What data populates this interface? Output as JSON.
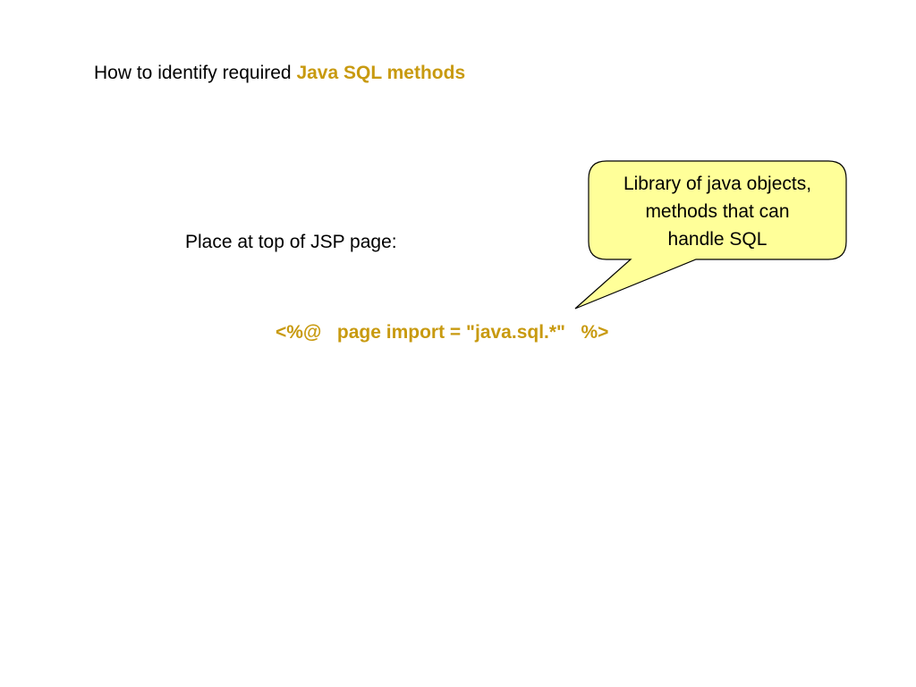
{
  "slide": {
    "title_prefix": "How to identify required ",
    "title_highlight": "Java SQL methods",
    "instruction": "Place at top of JSP page:",
    "code": "<%@   page import = \"java.sql.*\"   %>",
    "callout": {
      "line1": "Library of java objects,",
      "line2": "methods that can",
      "line3": "handle SQL"
    }
  },
  "colors": {
    "accent": "#c89a10",
    "callout_fill": "#ffff99",
    "callout_border": "#000000",
    "background": "#ffffff"
  }
}
